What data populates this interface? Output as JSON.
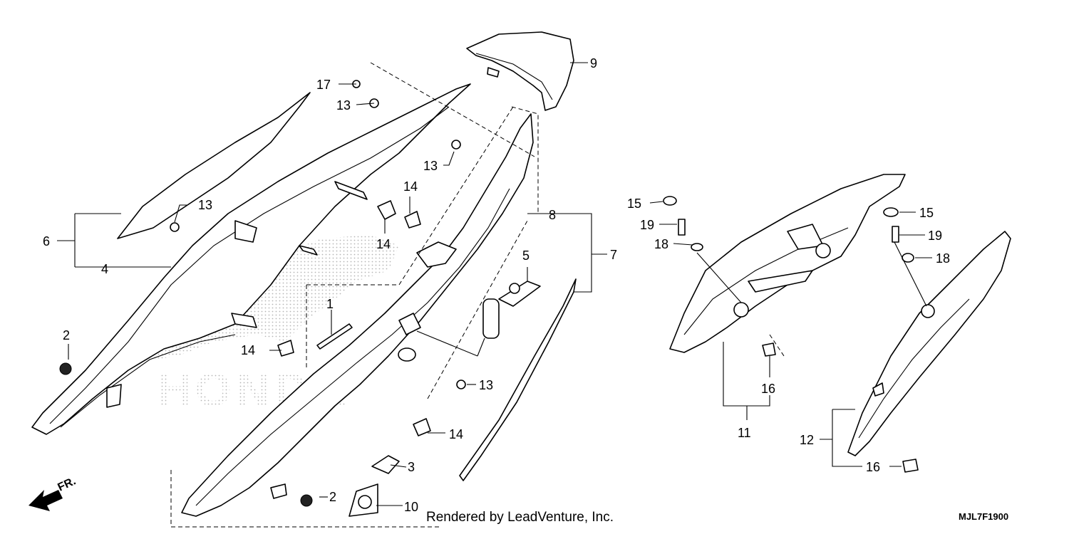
{
  "callouts": {
    "c1": "1",
    "c2a": "2",
    "c2b": "2",
    "c3": "3",
    "c4": "4",
    "c5": "5",
    "c6": "6",
    "c7": "7",
    "c8": "8",
    "c9": "9",
    "c10": "10",
    "c11": "11",
    "c12": "12",
    "c13a": "13",
    "c13b": "13",
    "c13c": "13",
    "c13d": "13",
    "c14a": "14",
    "c14b": "14",
    "c14c": "14",
    "c14d": "14",
    "c15a": "15",
    "c15b": "15",
    "c16a": "16",
    "c16b": "16",
    "c17": "17",
    "c18a": "18",
    "c18b": "18",
    "c19a": "19",
    "c19b": "19"
  },
  "direction_label": "FR.",
  "credit": "Rendered by LeadVenture, Inc.",
  "diagram_code": "MJL7F1900",
  "watermark": "HONDA"
}
